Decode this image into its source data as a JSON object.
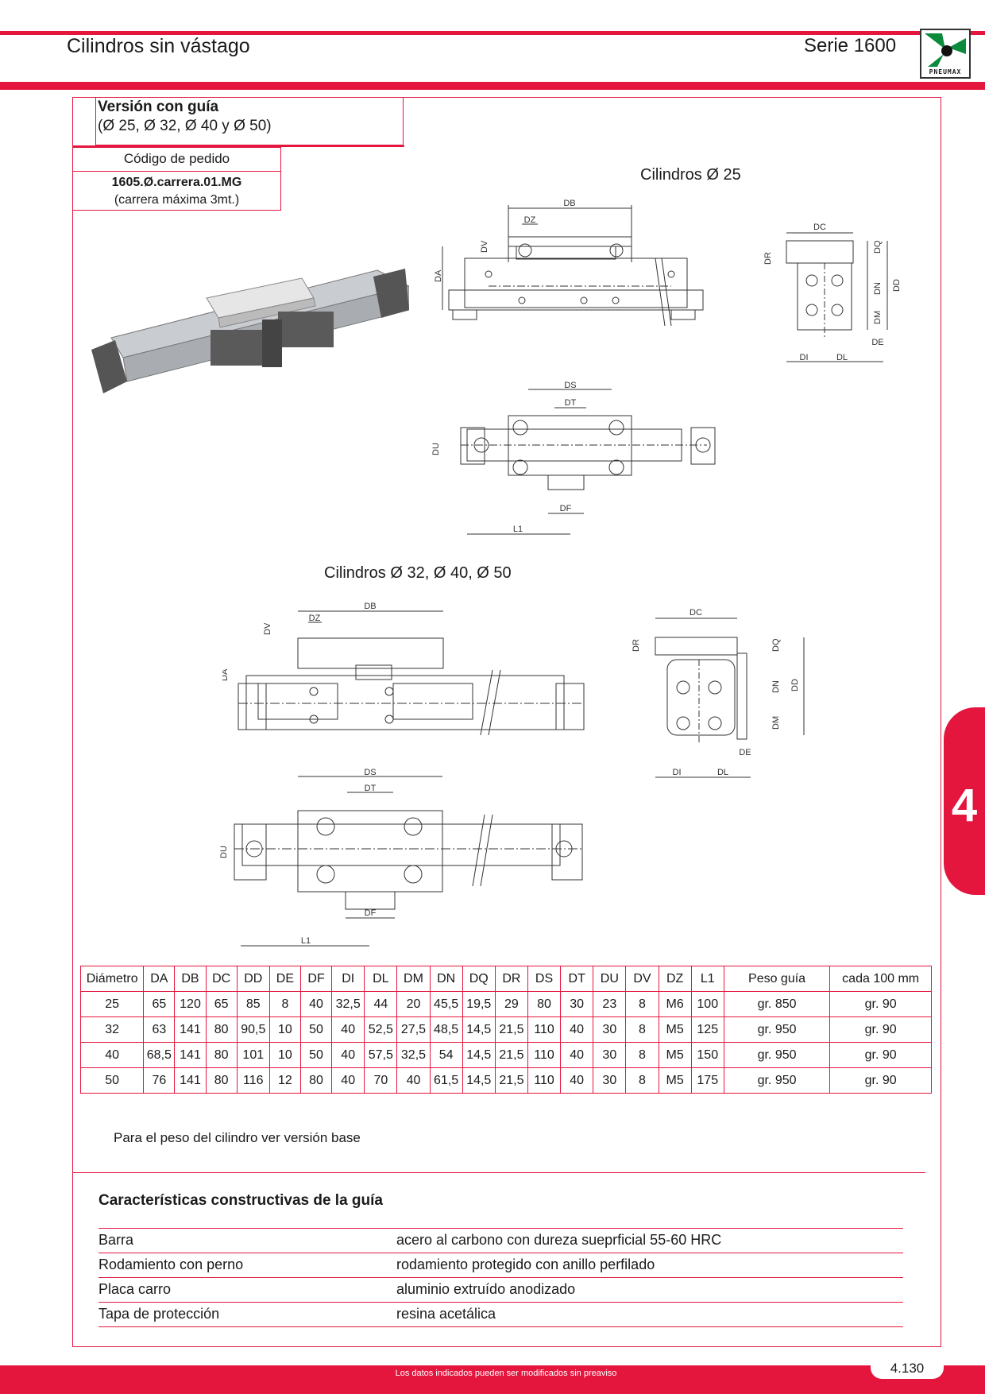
{
  "header": {
    "title": "Cilindros sin vástago",
    "series": "Serie 1600",
    "logo_text": "PNEUMAX"
  },
  "version": {
    "title": "Versión con guía",
    "subtitle": "(Ø 25, Ø 32, Ø 40 y Ø 50)"
  },
  "order": {
    "label": "Código de pedido",
    "code": "1605.Ø.carrera.01.MG",
    "max": "(carrera máxima 3mt.)"
  },
  "captions": {
    "c25": "Cilindros Ø 25",
    "c32": "Cilindros Ø 32, Ø 40, Ø 50"
  },
  "dim_labels": {
    "da": "DA",
    "db": "DB",
    "dc": "DC",
    "dd": "DD",
    "de": "DE",
    "df": "DF",
    "di": "DI",
    "dl": "DL",
    "dm": "DM",
    "dn": "DN",
    "dq": "DQ",
    "dr": "DR",
    "ds": "DS",
    "dt": "DT",
    "du": "DU",
    "dv": "DV",
    "dz": "DZ",
    "l1": "L1"
  },
  "table": {
    "headers": [
      "Diámetro",
      "DA",
      "DB",
      "DC",
      "DD",
      "DE",
      "DF",
      "DI",
      "DL",
      "DM",
      "DN",
      "DQ",
      "DR",
      "DS",
      "DT",
      "DU",
      "DV",
      "DZ",
      "L1",
      "Peso guía",
      "cada 100 mm"
    ],
    "rows": [
      [
        "25",
        "65",
        "120",
        "65",
        "85",
        "8",
        "40",
        "32,5",
        "44",
        "20",
        "45,5",
        "19,5",
        "29",
        "80",
        "30",
        "23",
        "8",
        "M6",
        "100",
        "gr. 850",
        "gr. 90"
      ],
      [
        "32",
        "63",
        "141",
        "80",
        "90,5",
        "10",
        "50",
        "40",
        "52,5",
        "27,5",
        "48,5",
        "14,5",
        "21,5",
        "110",
        "40",
        "30",
        "8",
        "M5",
        "125",
        "gr. 950",
        "gr. 90"
      ],
      [
        "40",
        "68,5",
        "141",
        "80",
        "101",
        "10",
        "50",
        "40",
        "57,5",
        "32,5",
        "54",
        "14,5",
        "21,5",
        "110",
        "40",
        "30",
        "8",
        "M5",
        "150",
        "gr. 950",
        "gr. 90"
      ],
      [
        "50",
        "76",
        "141",
        "80",
        "116",
        "12",
        "80",
        "40",
        "70",
        "40",
        "61,5",
        "14,5",
        "21,5",
        "110",
        "40",
        "30",
        "8",
        "M5",
        "175",
        "gr. 950",
        "gr. 90"
      ]
    ]
  },
  "note": "Para el peso del cilindro ver versión base",
  "features": {
    "title": "Características constructivas de la guía",
    "rows": [
      {
        "k": "Barra",
        "v": "acero al carbono con dureza sueprficial 55-60 HRC"
      },
      {
        "k": "Rodamiento con perno",
        "v": "rodamiento protegido con anillo perfilado"
      },
      {
        "k": "Placa carro",
        "v": "aluminio extruído anodizado"
      },
      {
        "k": "Tapa de protección",
        "v": "resina acetálica"
      }
    ]
  },
  "side_tab": "4",
  "footer": {
    "disclaimer": "Los datos indicados pueden ser modificados sin preaviso",
    "page": "4.130"
  },
  "colors": {
    "accent": "#e4163e"
  }
}
